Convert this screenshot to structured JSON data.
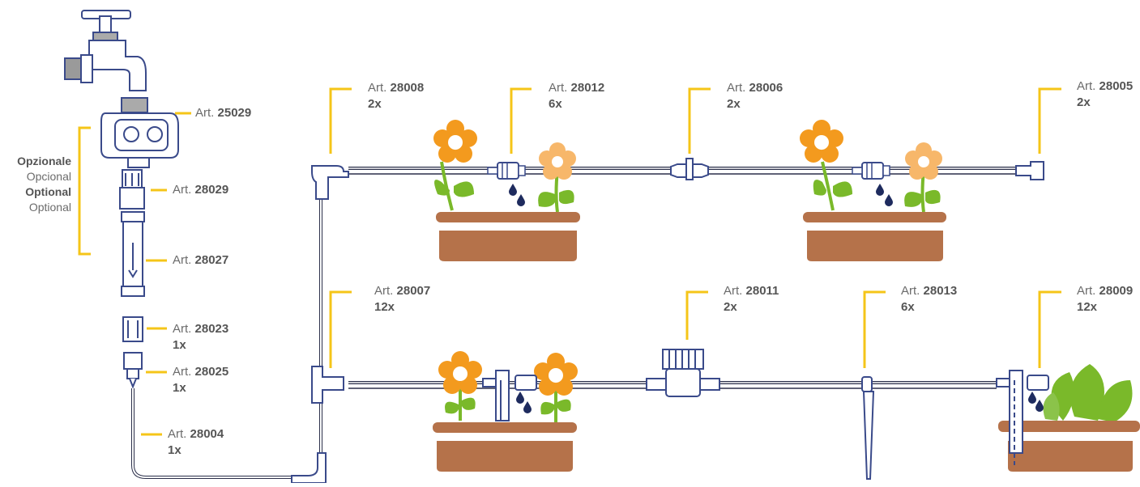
{
  "colors": {
    "leader": "#f5c518",
    "pipe": "#2b2f4a",
    "part_outline": "#3a4a8a",
    "pot": "#b5724a",
    "flower_orange": "#f39a1e",
    "flower_light": "#f7b76a",
    "leaf": "#7ab92a",
    "drop": "#1e2b5e"
  },
  "optional_labels": [
    "Opzionale",
    "Opcional",
    "Optional",
    "Optional"
  ],
  "parts": [
    {
      "id": "p25029",
      "prefix": "Art.",
      "number": "25029",
      "qty": ""
    },
    {
      "id": "p28029",
      "prefix": "Art.",
      "number": "28029",
      "qty": ""
    },
    {
      "id": "p28027",
      "prefix": "Art.",
      "number": "28027",
      "qty": ""
    },
    {
      "id": "p28023",
      "prefix": "Art.",
      "number": "28023",
      "qty": "1x"
    },
    {
      "id": "p28025",
      "prefix": "Art.",
      "number": "28025",
      "qty": "1x"
    },
    {
      "id": "p28004",
      "prefix": "Art.",
      "number": "28004",
      "qty": "1x"
    },
    {
      "id": "p28008",
      "prefix": "Art.",
      "number": "28008",
      "qty": "2x"
    },
    {
      "id": "p28012",
      "prefix": "Art.",
      "number": "28012",
      "qty": "6x"
    },
    {
      "id": "p28006",
      "prefix": "Art.",
      "number": "28006",
      "qty": "2x"
    },
    {
      "id": "p28005",
      "prefix": "Art.",
      "number": "28005",
      "qty": "2x"
    },
    {
      "id": "p28007",
      "prefix": "Art.",
      "number": "28007",
      "qty": "12x"
    },
    {
      "id": "p28011",
      "prefix": "Art.",
      "number": "28011",
      "qty": "2x"
    },
    {
      "id": "p28013",
      "prefix": "Art.",
      "number": "28013",
      "qty": "6x"
    },
    {
      "id": "p28009",
      "prefix": "Art.",
      "number": "28009",
      "qty": "12x"
    }
  ]
}
